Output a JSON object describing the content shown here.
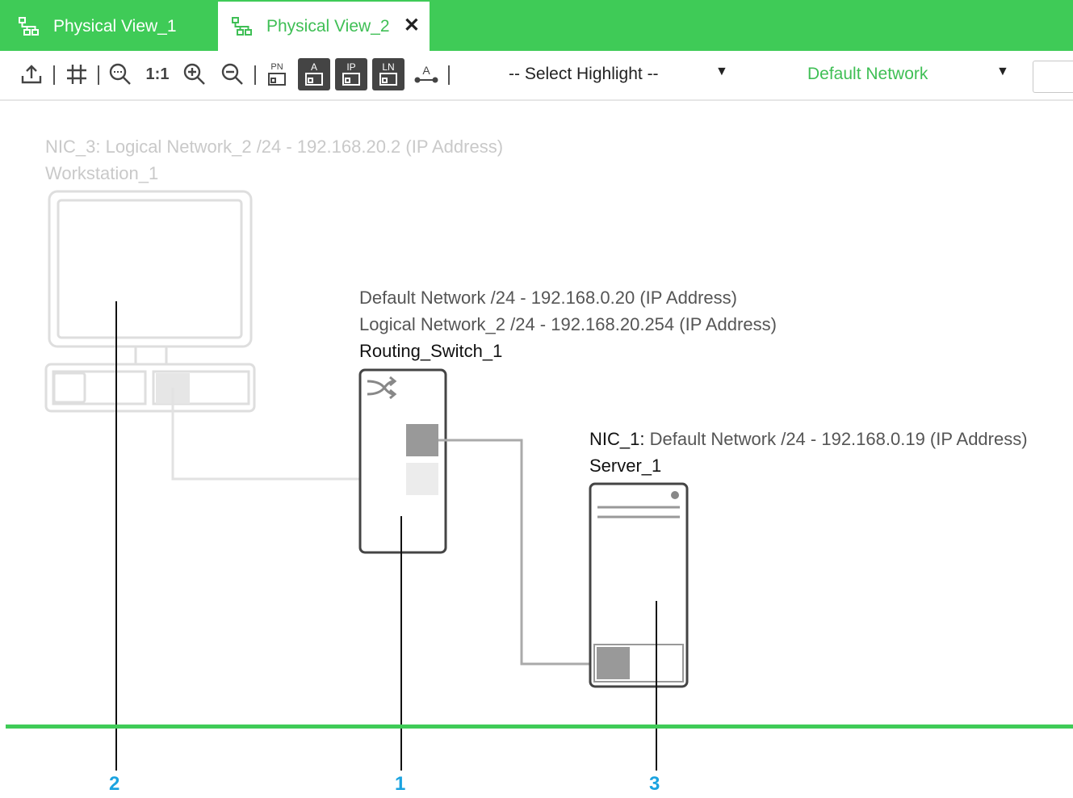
{
  "tabs": [
    {
      "label": "Physical View_1",
      "active": false
    },
    {
      "label": "Physical View_2",
      "active": true,
      "close": "✕"
    }
  ],
  "toolbar": {
    "zoom_reset": "1:1",
    "btn_pn": "PN",
    "btn_a": "A",
    "btn_ip": "IP",
    "btn_ln": "LN",
    "btn_label": "A",
    "highlight_select": "-- Select Highlight --",
    "network_select": "Default Network"
  },
  "devices": {
    "workstation": {
      "line1_prefix": "NIC_3: ",
      "line1_rest": "Logical Network_2 /24 - 192.168.20.2 (IP Address)",
      "name": "Workstation_1"
    },
    "switch": {
      "line1": "Default Network /24 - 192.168.0.20 (IP Address)",
      "line2": "Logical Network_2 /24 - 192.168.20.254 (IP Address)",
      "name": "Routing_Switch_1"
    },
    "server": {
      "line1_prefix": "NIC_1: ",
      "line1_rest": "Default Network /24 - 192.168.0.19 (IP Address)",
      "name": "Server_1"
    }
  },
  "callouts": {
    "workstation": "2",
    "switch": "1",
    "server": "3"
  },
  "colors": {
    "accent": "#3fcb57",
    "callout": "#1aa3e0"
  }
}
